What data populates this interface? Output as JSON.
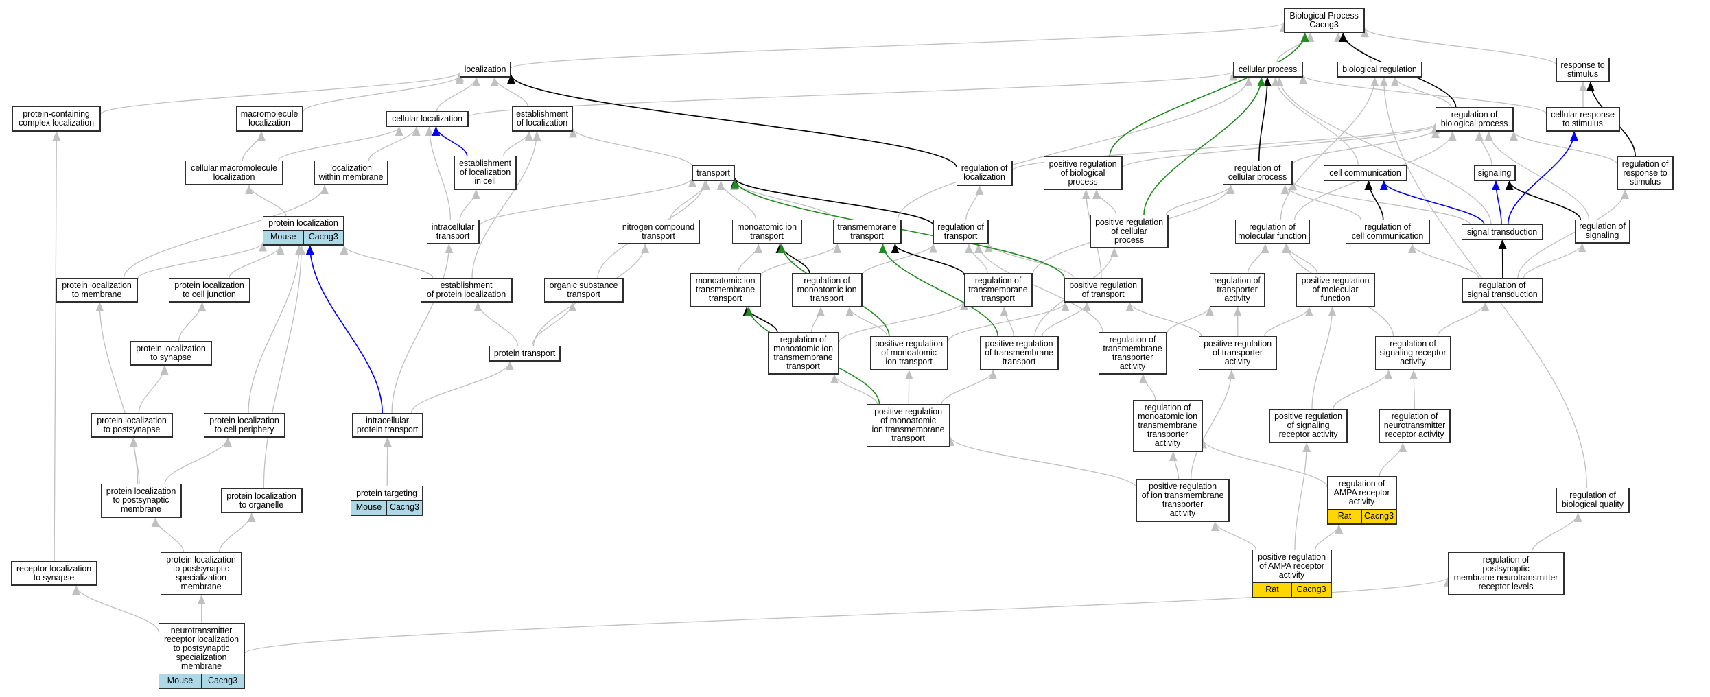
{
  "graph": {
    "edge_colors": [
      "#c0c0c0",
      "#000000",
      "#0000ff",
      "#228b22"
    ],
    "nodes": [
      {
        "label": "Biological Process\nCacng3"
      },
      {
        "label": "localization"
      },
      {
        "label": "cellular process"
      },
      {
        "label": "biological regulation"
      },
      {
        "label": "response to\nstimulus"
      },
      {
        "label": "protein-containing\ncomplex localization"
      },
      {
        "label": "macromolecule\nlocalization"
      },
      {
        "label": "cellular localization"
      },
      {
        "label": "establishment\nof localization"
      },
      {
        "label": "regulation of\nbiological process"
      },
      {
        "label": "cellular response\nto stimulus"
      },
      {
        "label": "cellular macromolecule\nlocalization"
      },
      {
        "label": "localization\nwithin membrane"
      },
      {
        "label": "establishment\nof localization\nin cell"
      },
      {
        "label": "transport"
      },
      {
        "label": "regulation of\nlocalization"
      },
      {
        "label": "positive regulation\nof biological\nprocess"
      },
      {
        "label": "regulation of\ncellular process"
      },
      {
        "label": "cell communication"
      },
      {
        "label": "signaling"
      },
      {
        "label": "regulation of\nresponse to\nstimulus"
      },
      {
        "label": "protein localization",
        "tags": [
          "Mouse",
          "Cacng3"
        ],
        "tag_color": "#add8e6"
      },
      {
        "label": "intracellular\ntransport"
      },
      {
        "label": "nitrogen compound\ntransport"
      },
      {
        "label": "monoatomic ion\ntransport"
      },
      {
        "label": "transmembrane\ntransport"
      },
      {
        "label": "regulation of\ntransport"
      },
      {
        "label": "positive regulation\nof cellular\nprocess"
      },
      {
        "label": "regulation of\nmolecular function"
      },
      {
        "label": "regulation of\ncell communication"
      },
      {
        "label": "signal transduction"
      },
      {
        "label": "regulation of\nsignaling"
      },
      {
        "label": "protein localization\nto membrane"
      },
      {
        "label": "protein localization\nto cell junction"
      },
      {
        "label": "establishment\nof protein localization"
      },
      {
        "label": "organic substance\ntransport"
      },
      {
        "label": "monoatomic ion\ntransmembrane\ntransport"
      },
      {
        "label": "regulation of\nmonoatomic ion\ntransport"
      },
      {
        "label": "regulation of\ntransmembrane\ntransport"
      },
      {
        "label": "positive regulation\nof transport"
      },
      {
        "label": "regulation of\ntransporter\nactivity"
      },
      {
        "label": "positive regulation\nof molecular\nfunction"
      },
      {
        "label": "regulation of\nsignal transduction"
      },
      {
        "label": "protein localization\nto synapse"
      },
      {
        "label": "protein transport"
      },
      {
        "label": "regulation of\nmonoatomic ion\ntransmembrane\ntransport"
      },
      {
        "label": "positive regulation\nof monoatomic\nion transport"
      },
      {
        "label": "positive regulation\nof transmembrane\ntransport"
      },
      {
        "label": "regulation of\ntransmembrane\ntransporter\nactivity"
      },
      {
        "label": "positive regulation\nof transporter\nactivity"
      },
      {
        "label": "regulation of\nsignaling receptor\nactivity"
      },
      {
        "label": "protein localization\nto postsynapse"
      },
      {
        "label": "protein localization\nto cell periphery"
      },
      {
        "label": "intracellular\nprotein transport"
      },
      {
        "label": "positive regulation\nof monoatomic\nion transmembrane\ntransport"
      },
      {
        "label": "regulation of\nmonoatomic ion\ntransmembrane\ntransporter\nactivity"
      },
      {
        "label": "positive regulation\nof signaling\nreceptor activity"
      },
      {
        "label": "regulation of\nneurotransmitter\nreceptor activity"
      },
      {
        "label": "protein localization\nto postsynaptic\nmembrane"
      },
      {
        "label": "protein localization\nto organelle"
      },
      {
        "label": "protein targeting",
        "tags": [
          "Mouse",
          "Cacng3"
        ],
        "tag_color": "#add8e6"
      },
      {
        "label": "positive regulation\nof ion transmembrane\ntransporter\nactivity"
      },
      {
        "label": "regulation of\nAMPA receptor\nactivity",
        "tags": [
          "Rat",
          "Cacng3"
        ],
        "tag_color": "#ffd700"
      },
      {
        "label": "regulation of\nbiological quality"
      },
      {
        "label": "receptor localization\nto synapse"
      },
      {
        "label": "protein localization\nto postsynaptic\nspecialization\nmembrane"
      },
      {
        "label": "positive regulation\nof AMPA receptor\nactivity",
        "tags": [
          "Rat",
          "Cacng3"
        ],
        "tag_color": "#ffd700"
      },
      {
        "label": "regulation of\npostsynaptic\nmembrane neurotransmitter\nreceptor levels"
      },
      {
        "label": "neurotransmitter\nreceptor localization\nto postsynaptic\nspecialization\nmembrane",
        "tags": [
          "Mouse",
          "Cacng3"
        ],
        "tag_color": "#add8e6"
      }
    ],
    "edges": [
      [
        1,
        0,
        0
      ],
      [
        2,
        0,
        0
      ],
      [
        3,
        0,
        0
      ],
      [
        4,
        0,
        0
      ],
      [
        5,
        1,
        0
      ],
      [
        6,
        1,
        0
      ],
      [
        7,
        1,
        0
      ],
      [
        8,
        1,
        0
      ],
      [
        7,
        2,
        0
      ],
      [
        11,
        6,
        0
      ],
      [
        11,
        7,
        0
      ],
      [
        12,
        7,
        0
      ],
      [
        13,
        8,
        0
      ],
      [
        22,
        7,
        0
      ],
      [
        22,
        13,
        0
      ],
      [
        22,
        14,
        0
      ],
      [
        14,
        8,
        0
      ],
      [
        21,
        11,
        0
      ],
      [
        32,
        12,
        0
      ],
      [
        32,
        21,
        0
      ],
      [
        33,
        21,
        0
      ],
      [
        34,
        21,
        0
      ],
      [
        34,
        8,
        0
      ],
      [
        35,
        14,
        0
      ],
      [
        23,
        14,
        0
      ],
      [
        24,
        14,
        0
      ],
      [
        25,
        14,
        0
      ],
      [
        25,
        2,
        0
      ],
      [
        26,
        15,
        0
      ],
      [
        15,
        9,
        0
      ],
      [
        44,
        34,
        0
      ],
      [
        44,
        35,
        0
      ],
      [
        44,
        23,
        0
      ],
      [
        53,
        44,
        0
      ],
      [
        53,
        22,
        0
      ],
      [
        60,
        53,
        0
      ],
      [
        43,
        33,
        0
      ],
      [
        51,
        43,
        0
      ],
      [
        52,
        21,
        0
      ],
      [
        58,
        32,
        0
      ],
      [
        58,
        51,
        0
      ],
      [
        58,
        52,
        0
      ],
      [
        59,
        21,
        0
      ],
      [
        65,
        58,
        0
      ],
      [
        65,
        59,
        0
      ],
      [
        68,
        65,
        0
      ],
      [
        68,
        64,
        0
      ],
      [
        68,
        67,
        0
      ],
      [
        64,
        5,
        0
      ],
      [
        36,
        24,
        0
      ],
      [
        36,
        25,
        0
      ],
      [
        37,
        26,
        0
      ],
      [
        38,
        26,
        0
      ],
      [
        38,
        17,
        0
      ],
      [
        39,
        26,
        0
      ],
      [
        39,
        16,
        0
      ],
      [
        45,
        37,
        0
      ],
      [
        45,
        38,
        0
      ],
      [
        46,
        37,
        0
      ],
      [
        46,
        39,
        0
      ],
      [
        47,
        38,
        0
      ],
      [
        47,
        39,
        0
      ],
      [
        47,
        27,
        0
      ],
      [
        54,
        45,
        0
      ],
      [
        54,
        46,
        0
      ],
      [
        54,
        47,
        0
      ],
      [
        16,
        9,
        0
      ],
      [
        27,
        16,
        0
      ],
      [
        27,
        17,
        0
      ],
      [
        17,
        9,
        0
      ],
      [
        9,
        3,
        0
      ],
      [
        28,
        9,
        0
      ],
      [
        28,
        3,
        0
      ],
      [
        18,
        2,
        0
      ],
      [
        29,
        17,
        0
      ],
      [
        30,
        2,
        0
      ],
      [
        30,
        17,
        0
      ],
      [
        19,
        9,
        0
      ],
      [
        31,
        9,
        0
      ],
      [
        20,
        9,
        0
      ],
      [
        10,
        4,
        0
      ],
      [
        10,
        2,
        0
      ],
      [
        42,
        29,
        0
      ],
      [
        42,
        31,
        0
      ],
      [
        42,
        20,
        0
      ],
      [
        40,
        28,
        0
      ],
      [
        41,
        28,
        0
      ],
      [
        50,
        28,
        0
      ],
      [
        50,
        42,
        0
      ],
      [
        48,
        40,
        0
      ],
      [
        48,
        26,
        0
      ],
      [
        49,
        40,
        0
      ],
      [
        49,
        41,
        0
      ],
      [
        49,
        39,
        0
      ],
      [
        55,
        48,
        0
      ],
      [
        61,
        55,
        0
      ],
      [
        61,
        49,
        0
      ],
      [
        61,
        54,
        0
      ],
      [
        56,
        50,
        0
      ],
      [
        56,
        41,
        0
      ],
      [
        57,
        50,
        0
      ],
      [
        62,
        55,
        0
      ],
      [
        62,
        57,
        0
      ],
      [
        66,
        61,
        0
      ],
      [
        66,
        56,
        0
      ],
      [
        66,
        62,
        0
      ],
      [
        67,
        63,
        0
      ],
      [
        63,
        3,
        0
      ],
      [
        15,
        1,
        1
      ],
      [
        26,
        14,
        1
      ],
      [
        37,
        24,
        1
      ],
      [
        38,
        25,
        1
      ],
      [
        45,
        36,
        1
      ],
      [
        17,
        2,
        1
      ],
      [
        9,
        0,
        1
      ],
      [
        29,
        18,
        1
      ],
      [
        31,
        19,
        1
      ],
      [
        42,
        30,
        1
      ],
      [
        20,
        4,
        1
      ],
      [
        13,
        7,
        2
      ],
      [
        53,
        21,
        2
      ],
      [
        30,
        18,
        2
      ],
      [
        30,
        19,
        2
      ],
      [
        30,
        10,
        2
      ],
      [
        16,
        0,
        3
      ],
      [
        27,
        2,
        3
      ],
      [
        39,
        14,
        3
      ],
      [
        46,
        24,
        3
      ],
      [
        47,
        25,
        3
      ],
      [
        54,
        36,
        3
      ]
    ]
  }
}
